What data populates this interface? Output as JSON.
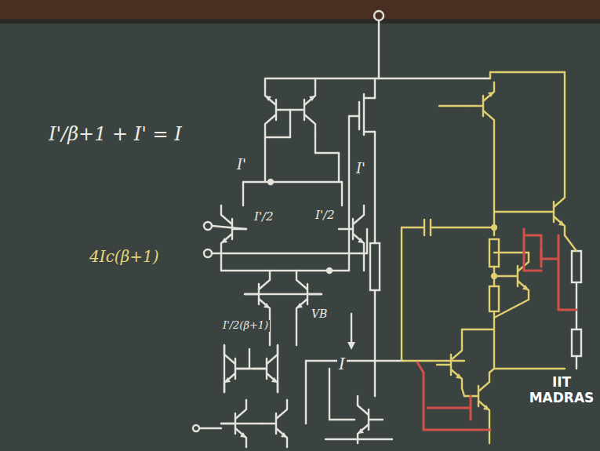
{
  "diagram": {
    "labels": [
      "I'/β+1 + I' = I",
      "I'",
      "I'",
      "I'/2",
      "I'/2",
      "4Ic(β+1)",
      "I'/2(β+1)",
      "VB",
      "I",
      "IIT MADRAS"
    ]
  }
}
